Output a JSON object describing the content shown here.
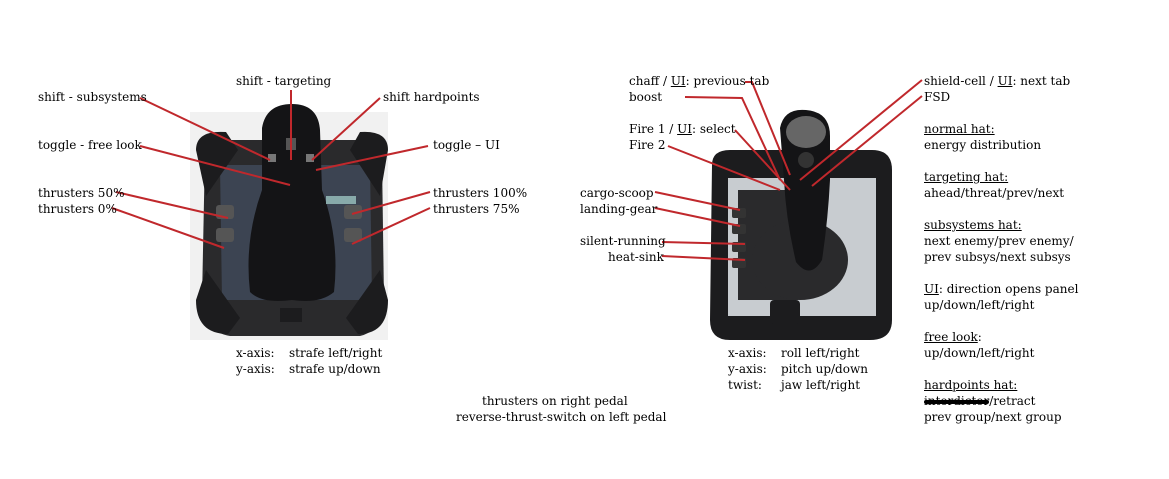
{
  "left": {
    "shift_targeting": "shift - targeting",
    "shift_subsystems": "shift - subsystems",
    "shift_hardpoints": "shift hardpoints",
    "toggle_free_look": "toggle - free look",
    "toggle_ui": "toggle – UI",
    "thrusters_50": "thrusters 50%",
    "thrusters_0": "thrusters 0%",
    "thrusters_100": "thrusters 100%",
    "thrusters_75": "thrusters 75%",
    "axes": [
      {
        "axis": "x-axis:",
        "action": "strafe left/right"
      },
      {
        "axis": "y-axis:",
        "action": "strafe up/down"
      }
    ]
  },
  "pedals": {
    "line1": "thrusters on right pedal",
    "line2": "reverse-thrust-switch on left pedal"
  },
  "right": {
    "chaff_prefix": "chaff / ",
    "chaff_ui": "UI",
    "chaff_suffix": ": previous tab",
    "boost": "boost",
    "shield_prefix": "shield-cell / ",
    "shield_ui": "UI",
    "shield_suffix": ": next tab",
    "fsd": "FSD",
    "fire1_prefix": "Fire 1 / ",
    "fire1_ui": "UI",
    "fire1_suffix": ": select",
    "fire2": "Fire 2",
    "cargo_scoop": "cargo-scoop",
    "landing_gear": "landing-gear",
    "silent_running": "silent-running",
    "heat_sink": "heat-sink",
    "axes": [
      {
        "axis": "x-axis:",
        "action": "roll left/right"
      },
      {
        "axis": "y-axis:",
        "action": "pitch up/down"
      },
      {
        "axis": "twist:",
        "action": "jaw left/right"
      }
    ]
  },
  "hats": {
    "normal_title": "normal hat:",
    "normal_desc": "energy distribution",
    "targeting_title": "targeting hat:",
    "targeting_desc": "ahead/threat/prev/next",
    "subsystems_title": "subsystems hat:",
    "subsystems_desc1": "next enemy/prev enemy/",
    "subsystems_desc2": "prev subsys/next subsys",
    "ui_title": "UI",
    "ui_suffix": ": direction opens panel",
    "ui_desc": "up/down/left/right",
    "freelook_title": "free look",
    "freelook_suffix": ":",
    "freelook_desc": "up/down/left/right",
    "hardpoints_title": "hardpoints hat:",
    "hardpoints_struck": "interdictor",
    "hardpoints_rest": "/retract",
    "hardpoints_desc": "prev group/next group"
  },
  "colors": {
    "line": "#c0282c",
    "dark": "#2a2a2c",
    "panel": "#3c4452",
    "silver": "#c8ccd0"
  }
}
